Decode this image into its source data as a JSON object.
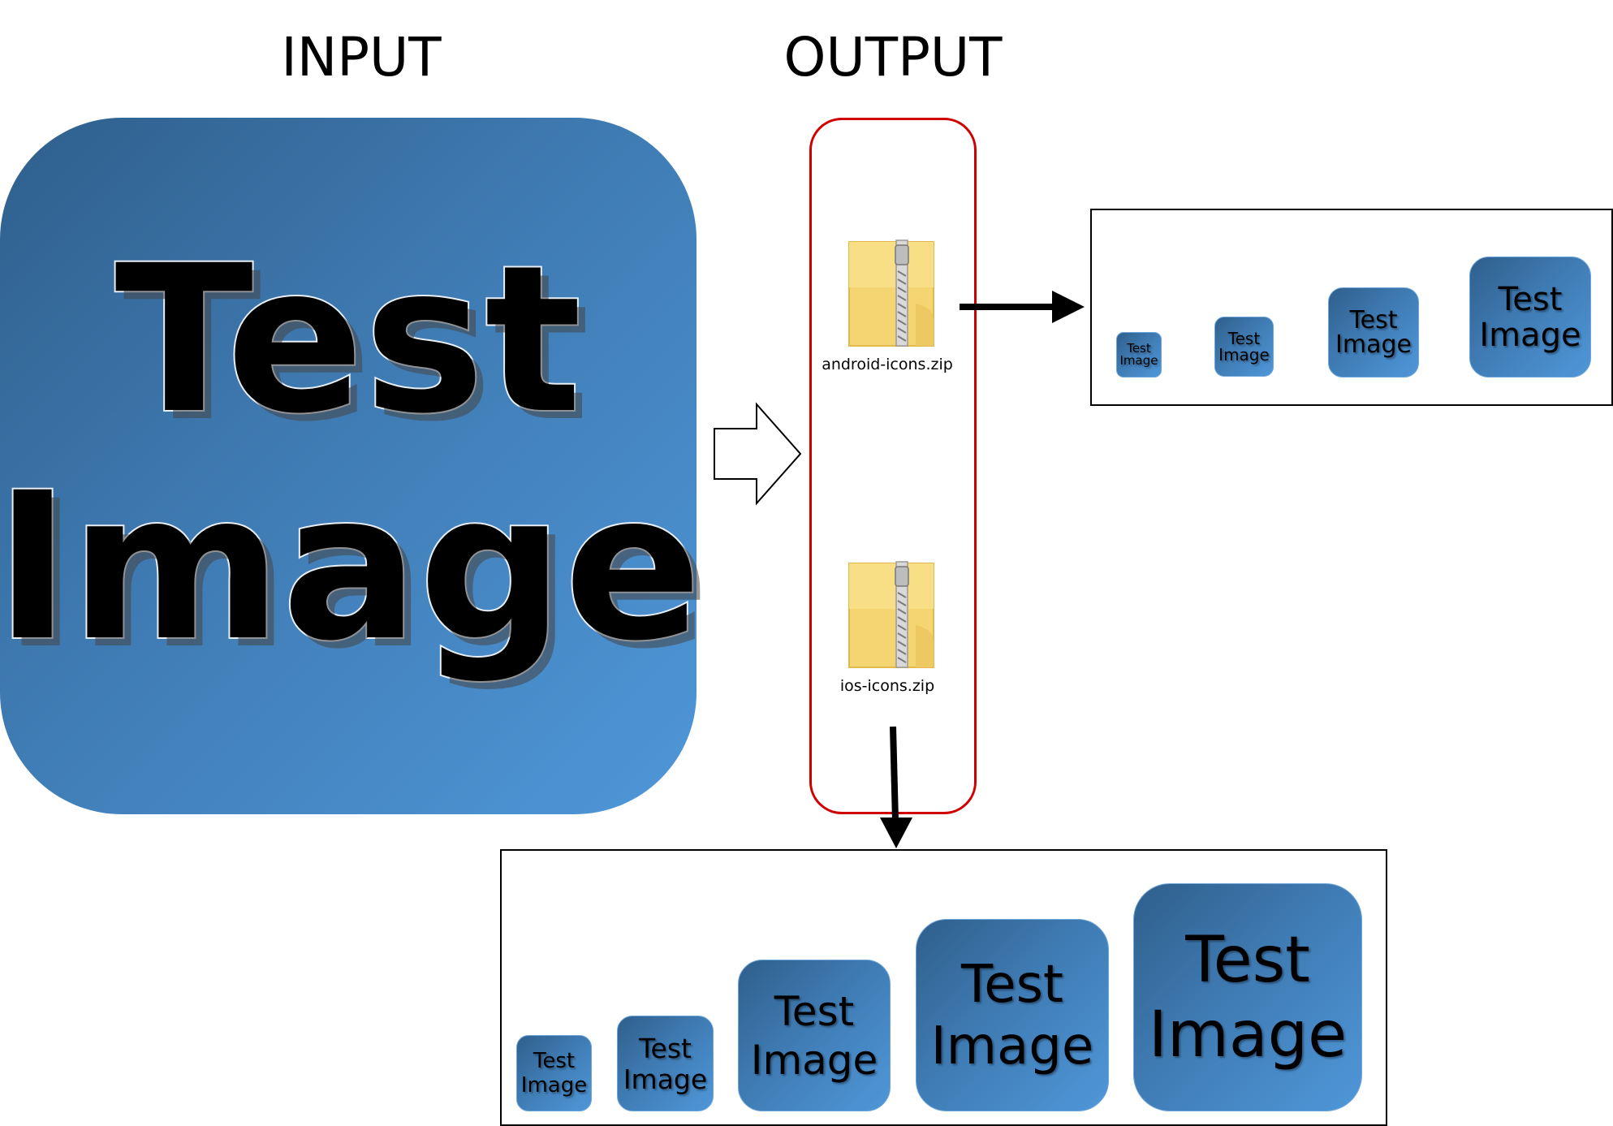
{
  "headings": {
    "input": "INPUT",
    "output": "OUTPUT"
  },
  "input_icon": {
    "line1": "Test",
    "line2": "Image"
  },
  "files": [
    {
      "name": "android-icons.zip",
      "icon": "zip-folder-icon"
    },
    {
      "name": "ios-icons.zip",
      "icon": "zip-folder-icon"
    }
  ],
  "android_icons": [
    {
      "line1": "Test",
      "line2": "Image"
    },
    {
      "line1": "Test",
      "line2": "Image"
    },
    {
      "line1": "Test",
      "line2": "Image"
    },
    {
      "line1": "Test",
      "line2": "Image"
    }
  ],
  "ios_icons": [
    {
      "line1": "Test",
      "line2": "Image"
    },
    {
      "line1": "Test",
      "line2": "Image"
    },
    {
      "line1": "Test",
      "line2": "Image"
    },
    {
      "line1": "Test",
      "line2": "Image"
    },
    {
      "line1": "Test",
      "line2": "Image"
    }
  ],
  "colors": {
    "icon_gradient_start": "#2f5f8c",
    "icon_gradient_end": "#4f97d9",
    "output_border": "#d00000",
    "folder": "#f5d472"
  }
}
